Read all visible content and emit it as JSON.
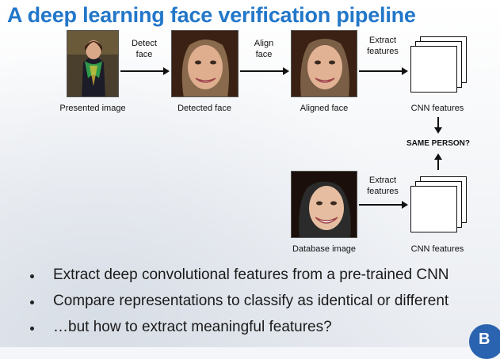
{
  "title": "A deep learning face verification pipeline",
  "pipeline": {
    "presented_caption": "Presented image",
    "detected_caption": "Detected face",
    "aligned_caption": "Aligned face",
    "cnn_caption_top": "CNN features",
    "database_caption": "Database image",
    "cnn_caption_bottom": "CNN features",
    "arrow_detect_line1": "Detect",
    "arrow_detect_line2": "face",
    "arrow_align_line1": "Align",
    "arrow_align_line2": "face",
    "arrow_extract_top_line1": "Extract",
    "arrow_extract_top_line2": "features",
    "arrow_extract_bottom_line1": "Extract",
    "arrow_extract_bottom_line2": "features",
    "comparison_label": "SAME PERSON?"
  },
  "bullets": [
    "Extract deep convolutional features from a pre-trained CNN",
    "Compare representations to classify as identical or different",
    "…but how to extract meaningful features?"
  ],
  "colors": {
    "title": "#2277c9",
    "accent_scarf": "#2f9a4a"
  }
}
